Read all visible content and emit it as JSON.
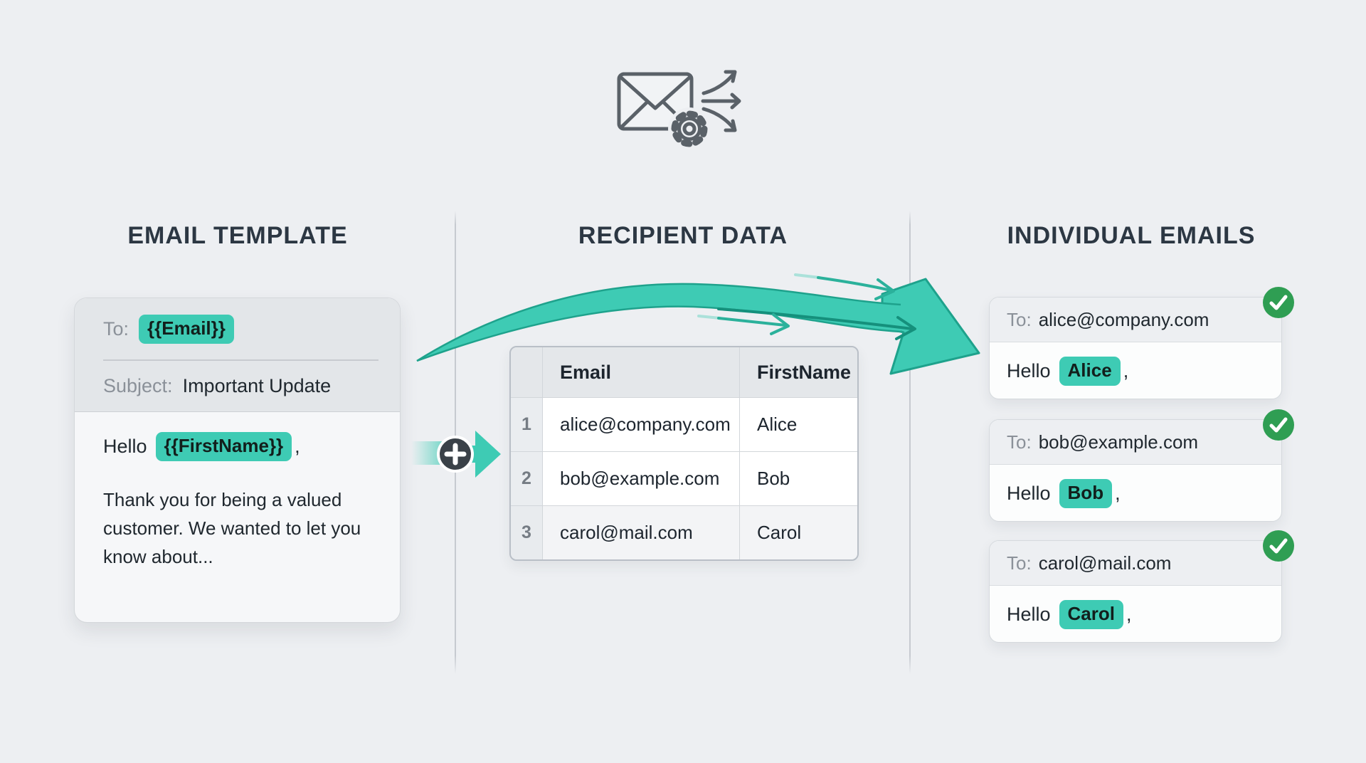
{
  "headings": {
    "template": "EMAIL TEMPLATE",
    "data": "RECIPIENT DATA",
    "output": "INDIVIDUAL EMAILS"
  },
  "template_card": {
    "to_label": "To:",
    "to_placeholder": "{{Email}}",
    "subject_label": "Subject:",
    "subject_value": "Important Update",
    "greeting_prefix": "Hello",
    "greeting_placeholder": "{{FirstName}}",
    "greeting_suffix": ",",
    "body_text": "Thank you for being a valued customer. We wanted to let you know about..."
  },
  "recipient_table": {
    "headers": {
      "email": "Email",
      "first_name": "FirstName"
    },
    "rows": [
      {
        "num": "1",
        "email": "alice@company.com",
        "first_name": "Alice"
      },
      {
        "num": "2",
        "email": "bob@example.com",
        "first_name": "Bob"
      },
      {
        "num": "3",
        "email": "carol@mail.com",
        "first_name": "Carol"
      }
    ]
  },
  "emails": [
    {
      "to_label": "To:",
      "address": "alice@company.com",
      "greeting_prefix": "Hello",
      "name": "Alice",
      "greeting_suffix": ","
    },
    {
      "to_label": "To:",
      "address": "bob@example.com",
      "greeting_prefix": "Hello",
      "name": "Bob",
      "greeting_suffix": ","
    },
    {
      "to_label": "To:",
      "address": "carol@mail.com",
      "greeting_prefix": "Hello",
      "name": "Carol",
      "greeting_suffix": ","
    }
  ],
  "icons": {
    "hero": "mail-merge-icon",
    "connector": "plus-icon",
    "badge": "check-icon",
    "flow": "curved-arrow-right-icon"
  },
  "colors": {
    "background": "#EDEFF2",
    "accent_teal": "#3ECBB4",
    "accent_teal_dark": "#1EA28C",
    "success_green": "#2F9E53",
    "heading_text": "#2C3743",
    "body_text": "#20282F",
    "muted_label": "#8B9199",
    "connector_circle": "#3A4148"
  }
}
